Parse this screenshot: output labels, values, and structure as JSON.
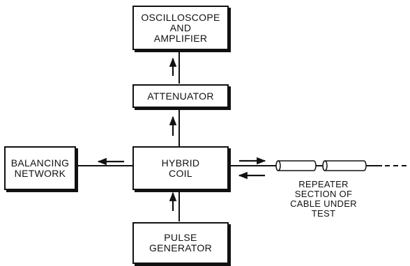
{
  "blocks": {
    "oscilloscope": [
      "OSCILLOSCOPE",
      "AND",
      "AMPLIFIER"
    ],
    "attenuator": [
      "ATTENUATOR"
    ],
    "hybrid_coil": [
      "HYBRID",
      "COIL"
    ],
    "balancing_network": [
      "BALANCING",
      "NETWORK"
    ],
    "pulse_generator": [
      "PULSE",
      "GENERATOR"
    ]
  },
  "cable_label": [
    "REPEATER",
    "SECTION OF",
    "CABLE UNDER",
    "TEST"
  ]
}
